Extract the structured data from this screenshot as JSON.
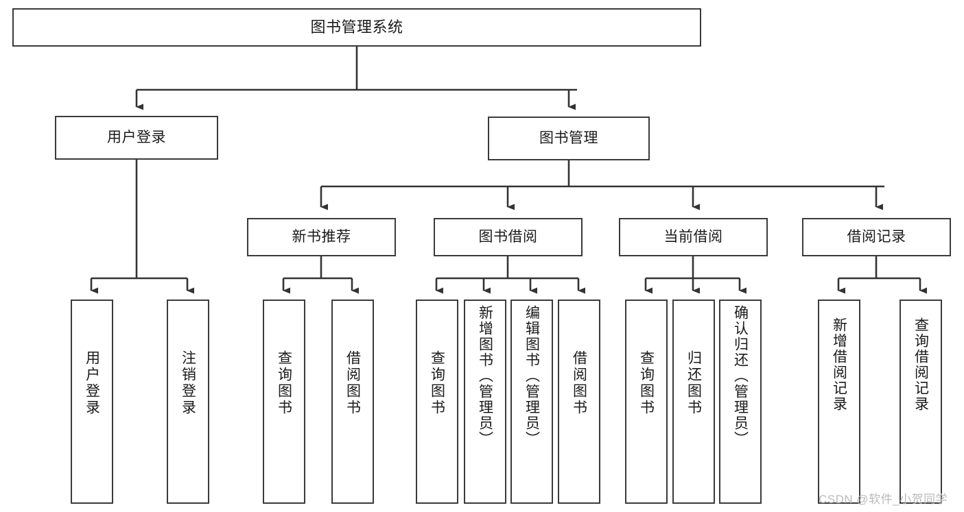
{
  "diagram": {
    "type": "tree",
    "title": "图书管理系统",
    "style": {
      "border_color": "#3a3a3a",
      "line_color": "#333333",
      "background": "#ffffff",
      "text_color": "#1a1a1a",
      "watermark_color": "#b9b9b9"
    },
    "root": {
      "label": "图书管理系统"
    },
    "level2": [
      {
        "id": "user-login",
        "label": "用户登录"
      },
      {
        "id": "book-manage",
        "label": "图书管理"
      }
    ],
    "level3": [
      {
        "id": "new-book-recommend",
        "label": "新书推荐"
      },
      {
        "id": "book-borrow",
        "label": "图书借阅"
      },
      {
        "id": "current-borrow",
        "label": "当前借阅"
      },
      {
        "id": "borrow-record",
        "label": "借阅记录"
      }
    ],
    "leaves": {
      "user_login": [
        {
          "id": "leaf-user-login",
          "label": "用户登录"
        },
        {
          "id": "leaf-logout-login",
          "label": "注销登录"
        }
      ],
      "new_book_recommend": [
        {
          "id": "leaf-query-book-1",
          "label": "查询图书"
        },
        {
          "id": "leaf-borrow-book-1",
          "label": "借阅图书"
        }
      ],
      "book_borrow": [
        {
          "id": "leaf-query-book-2",
          "label": "查询图书"
        },
        {
          "id": "leaf-add-book",
          "label": "新增图书（管理员）"
        },
        {
          "id": "leaf-edit-book",
          "label": "编辑图书（管理员）"
        },
        {
          "id": "leaf-borrow-book-2",
          "label": "借阅图书"
        }
      ],
      "current_borrow": [
        {
          "id": "leaf-query-book-3",
          "label": "查询图书"
        },
        {
          "id": "leaf-return-book",
          "label": "归还图书"
        },
        {
          "id": "leaf-confirm-return",
          "label": "确认归还（管理员）"
        }
      ],
      "borrow_record": [
        {
          "id": "leaf-add-record",
          "label": "新增借阅记录"
        },
        {
          "id": "leaf-query-record",
          "label": "查询借阅记录"
        }
      ]
    }
  },
  "watermark": {
    "text": "CSDN @软件_小贺同学"
  }
}
